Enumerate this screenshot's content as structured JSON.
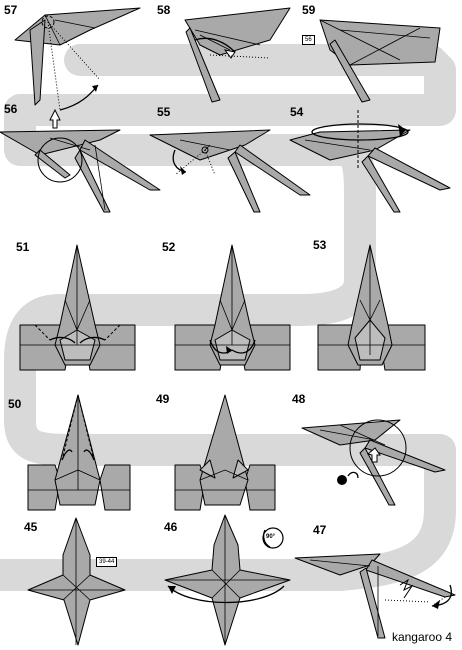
{
  "steps": {
    "s57": "57",
    "s58": "58",
    "s59": "59",
    "s56": "56",
    "s55": "55",
    "s54": "54",
    "s51": "51",
    "s52": "52",
    "s53": "53",
    "s50": "50",
    "s49": "49",
    "s48": "48",
    "s45": "45",
    "s46": "46",
    "s47": "47"
  },
  "refs": {
    "r59": "56",
    "r45": "39-44"
  },
  "rotate_badge": "90°",
  "footer": "kangaroo 4",
  "colors": {
    "path": "#d9d9d9",
    "paper": "#a9a9a9",
    "paper_light": "#bdbdbd"
  }
}
